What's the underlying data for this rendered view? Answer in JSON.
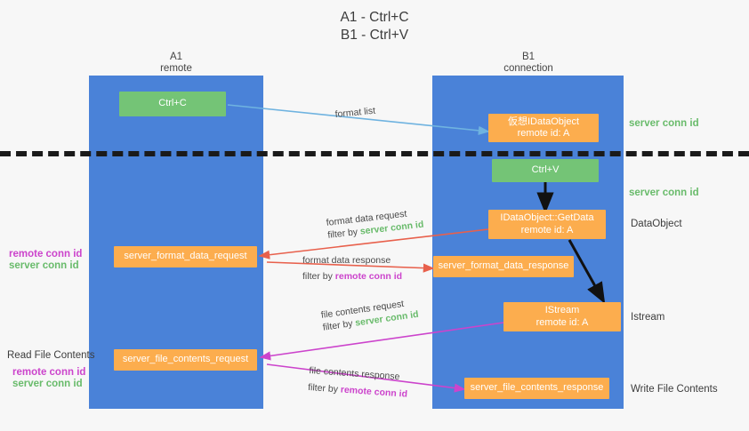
{
  "title": {
    "line1": "A1 - Ctrl+C",
    "line2": "B1 - Ctrl+V"
  },
  "columns": [
    {
      "name": "A1",
      "sub": "remote"
    },
    {
      "name": "B1",
      "sub": "connection"
    }
  ],
  "boxes": {
    "ctrl_c": "Ctrl+C",
    "ctrl_v": "Ctrl+V",
    "virtual_dataobject_l1": "仮想IDataObject",
    "virtual_dataobject_l2": "remote id: A",
    "getdata_l1": "IDataObject::GetData",
    "getdata_l2": "remote id: A",
    "istream_l1": "IStream",
    "istream_l2": "remote id: A",
    "server_format_data_request": "server_format_data_request",
    "server_format_data_response": "server_format_data_response",
    "server_file_contents_request": "server_file_contents_request",
    "server_file_contents_response": "server_file_contents_response"
  },
  "right_labels": {
    "server_conn_id_top": "server conn id",
    "server_conn_id_mid": "server conn id",
    "dataobject": "DataObject",
    "istream": "Istream",
    "write_file_contents": "Write File Contents"
  },
  "left_labels": {
    "remote_conn_id_1": "remote conn id",
    "server_conn_id_1": "server conn id",
    "read_file_contents": "Read File Contents",
    "remote_conn_id_2": "remote conn id",
    "server_conn_id_2": "server conn id"
  },
  "edges": [
    {
      "id": "format-list",
      "label": "format list",
      "filter_prefix": "",
      "filter_value": "",
      "filter_color": ""
    },
    {
      "id": "format-data-request",
      "label": "format data request",
      "filter_prefix": "filter by ",
      "filter_value": "server conn id",
      "filter_color": "#69bb6b"
    },
    {
      "id": "format-data-response",
      "label": "format data response",
      "filter_prefix": "filter by ",
      "filter_value": "remote conn id",
      "filter_color": "#cc44cc"
    },
    {
      "id": "file-contents-request",
      "label": "file contents request",
      "filter_prefix": "filter by ",
      "filter_value": "server conn id",
      "filter_color": "#69bb6b"
    },
    {
      "id": "file-contents-response",
      "label": "file contents response",
      "filter_prefix": "filter by ",
      "filter_value": "remote conn id",
      "filter_color": "#cc44cc"
    }
  ],
  "colors": {
    "lane": "#4a82d8",
    "green_box": "#74c476",
    "orange_box": "#fcad4e",
    "arrow_blue": "#6fb3e0",
    "arrow_red": "#e8604c",
    "arrow_magenta": "#cc44cc",
    "arrow_black": "#111111",
    "divider": "#1a1a1a",
    "background": "#f7f7f7"
  }
}
